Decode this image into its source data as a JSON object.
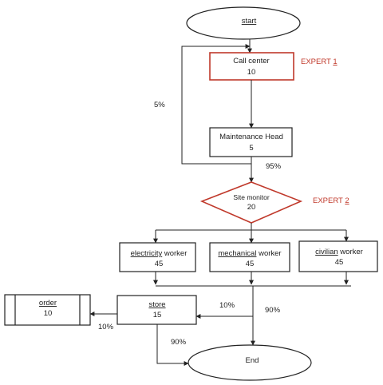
{
  "nodes": {
    "start": {
      "label": "start"
    },
    "call_center": {
      "label": "Call center",
      "value": "10"
    },
    "maintenance_head": {
      "label": "Maintenance Head",
      "value": "5"
    },
    "site_monitor": {
      "label": "Site monitor",
      "value": "20"
    },
    "electricity_worker": {
      "label_a": "electricity",
      "label_b": " worker",
      "value": "45"
    },
    "mechanical_worker": {
      "label_a": "mechanical",
      "label_b": " worker",
      "value": "45"
    },
    "civilian_worker": {
      "label_a": "civilian",
      "label_b": " worker",
      "value": "45"
    },
    "store": {
      "label": "store",
      "value": "15"
    },
    "order": {
      "label": "order",
      "value": "10"
    },
    "end": {
      "label": "End"
    }
  },
  "experts": {
    "expert1": {
      "text": "EXPERT ",
      "num": "1"
    },
    "expert2": {
      "text": "EXPERT ",
      "num": "2"
    }
  },
  "edge_labels": {
    "loop_back": "5%",
    "to_site_monitor": "95%",
    "to_store": "10%",
    "to_end_main": "90%",
    "store_to_order": "10%",
    "store_to_end": "90%"
  },
  "colors": {
    "expert_red": "#c0392b",
    "underline_blue": "#3344bb",
    "stroke": "#222222"
  }
}
